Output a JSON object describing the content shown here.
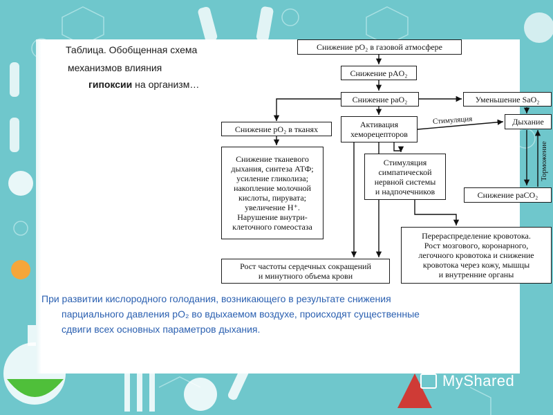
{
  "caption": {
    "line1": "Таблица. Обобщенная схема",
    "line2": "механизмов влияния",
    "line3_bold": "гипоксии",
    "line3_rest": " на организм…"
  },
  "diagram": {
    "b_atm": "Снижение pO₂ в газовой атмосфере",
    "b_pa": "Снижение pAO₂",
    "b_pa2": "Снижение paO₂",
    "b_sao2": "Уменьшение SaO₂",
    "b_tissue": "Снижение pO₂ в тканях",
    "b_chemo_1": "Активация",
    "b_chemo_2": "хеморецепторов",
    "b_breath": "Дыхание",
    "b_tissue_resp_1": "Снижение тканевого",
    "b_tissue_resp_2": "дыхания, синтеза АТФ;",
    "b_tissue_resp_3": "усиление гликолиза;",
    "b_tissue_resp_4": "накопление молочной",
    "b_tissue_resp_5": "кислоты, пирувата;",
    "b_tissue_resp_6": "увеличение H⁺.",
    "b_tissue_resp_7": "Нарушение внутри-",
    "b_tissue_resp_8": "клеточного гомеостаза",
    "b_symp_1": "Стимуляция",
    "b_symp_2": "симпатической",
    "b_symp_3": "нервной системы",
    "b_symp_4": "и надпочечников",
    "b_paco2": "Снижение paCO₂",
    "b_redist_1": "Перераспределение кровотока.",
    "b_redist_2": "Рост мозгового, коронарного,",
    "b_redist_3": "легочного кровотока и снижение",
    "b_redist_4": "кровотока через кожу, мышцы",
    "b_redist_5": "и внутренние органы",
    "b_heart_1": "Рост частоты сердечных сокращений",
    "b_heart_2": "и минутного объема крови",
    "lbl_stim": "Стимуляция",
    "lbl_inhib": "Торможение"
  },
  "note": {
    "line1": "При развитии кислородного голодания, возникающего в результате снижения",
    "line2": "парциального давления pO₂ во вдыхаемом воздухе, происходят существенные",
    "line3": "сдвиги всех основных параметров дыхания."
  },
  "watermark": "MyShared",
  "colors": {
    "frame": "#6fc7cc",
    "note_text": "#2a5fb0"
  }
}
